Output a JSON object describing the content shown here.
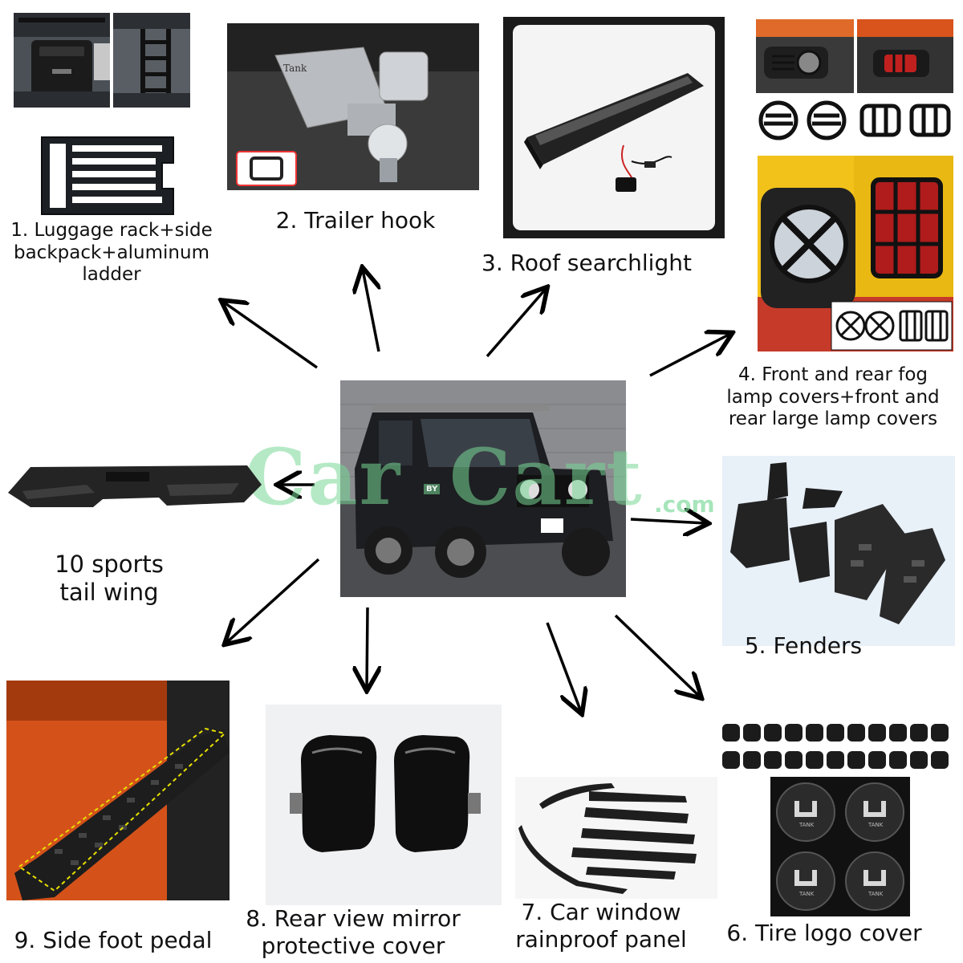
{
  "labels": {
    "item1": "1. Luggage rack+side backpack+aluminum ladder",
    "item2": "2. Trailer hook",
    "item3": "3. Roof searchlight",
    "item4": "4. Front and rear fog lamp covers+front and rear large lamp covers",
    "item5": "5. Fenders",
    "item6": "6. Tire logo cover",
    "item7": "7. Car window rainproof panel",
    "item8": "8. Rear view mirror protective cover",
    "item9": "9. Side foot pedal",
    "item10": "10 sports tail wing"
  },
  "watermark": {
    "brand": "Car",
    "brand2": "Cart",
    "by": "BY",
    "tld": ".com"
  },
  "photo_text": {
    "hook_brand": "Tank",
    "logo_text": "TANK"
  },
  "colors": {
    "accent_orange": "#d8541c",
    "lamp_yellow": "#f2c21a",
    "watermark_green": "#78d796",
    "pedal_outline": "#e8e000"
  }
}
